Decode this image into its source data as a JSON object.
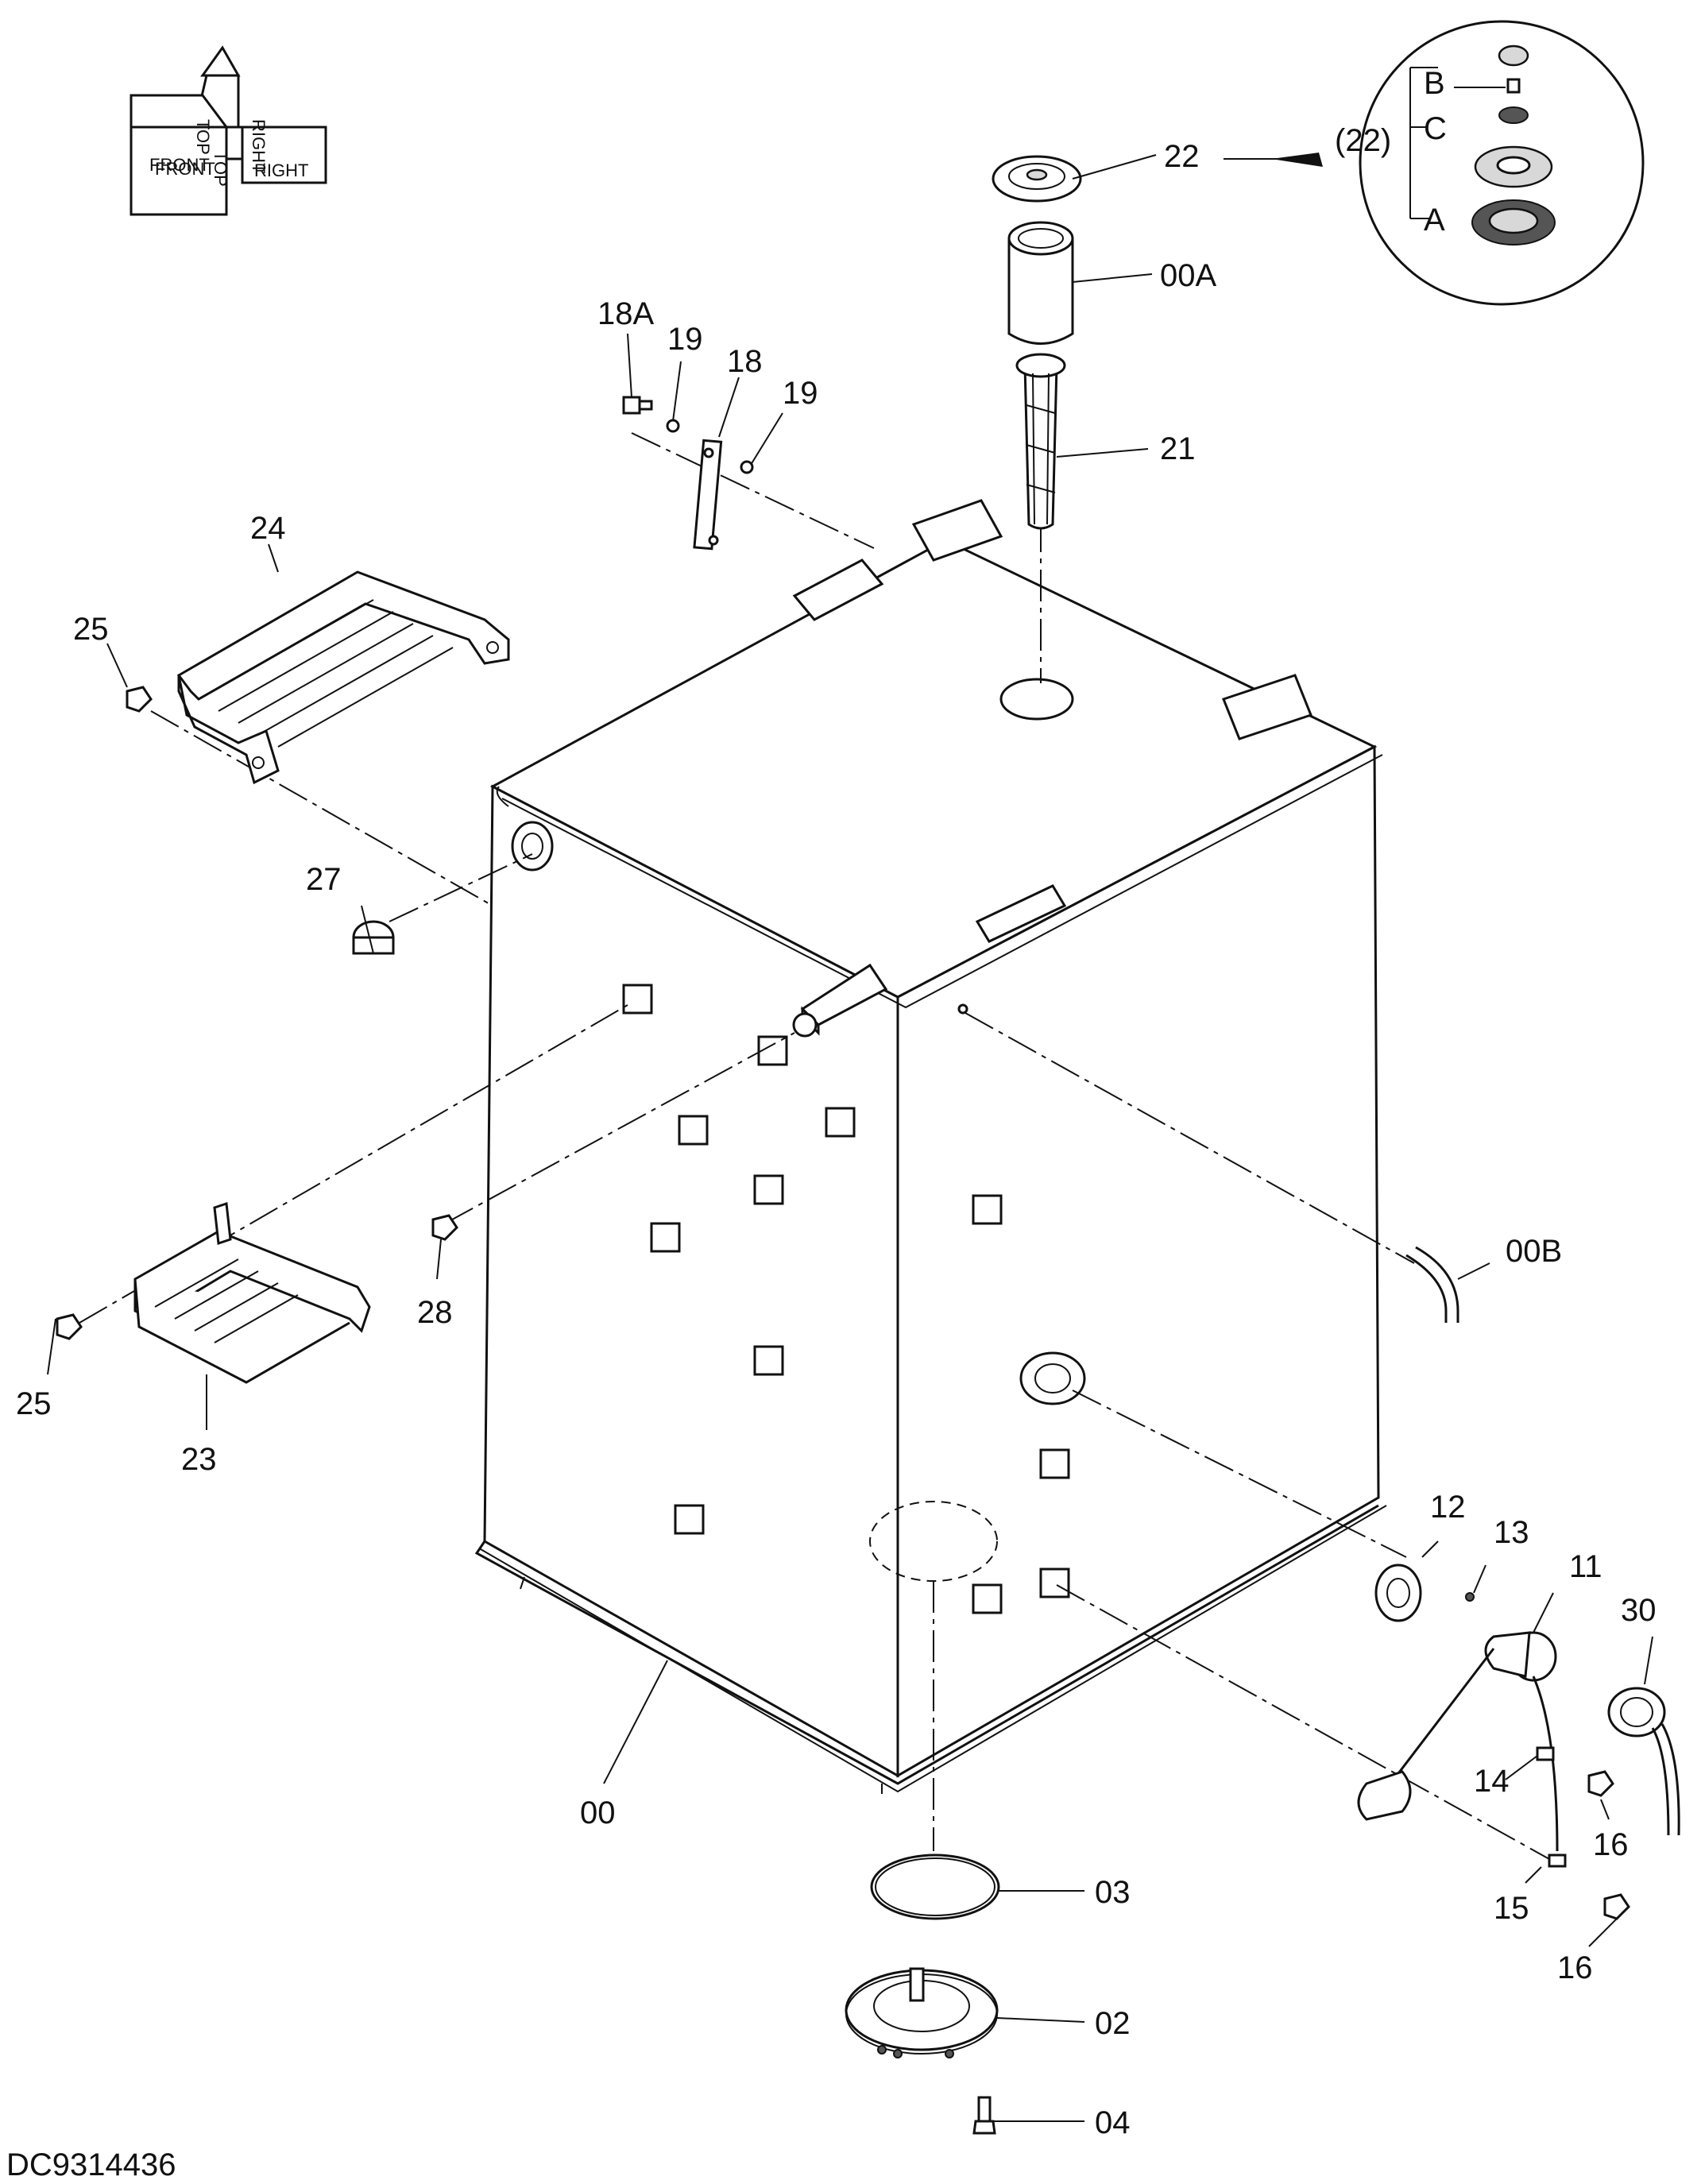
{
  "drawing_id": "DC9314436",
  "orientation": {
    "labels": [
      "FRONT",
      "TOP",
      "RIGHT",
      "FRONT",
      "TOP",
      "RIGHT"
    ]
  },
  "detail_inset": {
    "group_label": "(22)",
    "labels": [
      "B",
      "C",
      "A"
    ]
  },
  "part_labels": {
    "p00": "00",
    "p00A": "00A",
    "p00B": "00B",
    "p02": "02",
    "p03": "03",
    "p04": "04",
    "p11": "11",
    "p12": "12",
    "p13": "13",
    "p14": "14",
    "p15": "15",
    "p16a": "16",
    "p16b": "16",
    "p18": "18",
    "p18A": "18A",
    "p19a": "19",
    "p19b": "19",
    "p21": "21",
    "p22": "22",
    "p23": "23",
    "p24": "24",
    "p25a": "25",
    "p25b": "25",
    "p27": "27",
    "p28": "28",
    "p30": "30"
  }
}
